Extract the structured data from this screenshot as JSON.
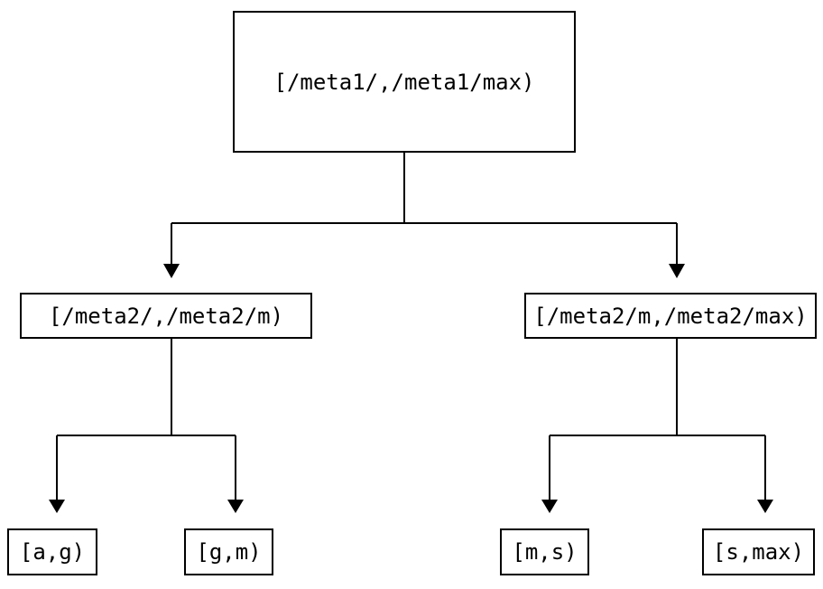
{
  "diagram": {
    "type": "binary-tree",
    "nodes": {
      "root": {
        "id": "root",
        "label": "[/meta1/,/meta1/max)"
      },
      "children": [
        {
          "id": "child-left",
          "label": "[/meta2/,/meta2/m)"
        },
        {
          "id": "child-right",
          "label": "[/meta2/m,/meta2/max)"
        }
      ],
      "leaves": [
        {
          "id": "leaf-0",
          "label": "[a,g)"
        },
        {
          "id": "leaf-1",
          "label": "[g,m)"
        },
        {
          "id": "leaf-2",
          "label": "[m,s)"
        },
        {
          "id": "leaf-3",
          "label": "[s,max)"
        }
      ]
    },
    "edges": [
      {
        "from": "root",
        "to": "child-left",
        "arrow": true
      },
      {
        "from": "root",
        "to": "child-right",
        "arrow": true
      },
      {
        "from": "child-left",
        "to": "leaf-0",
        "arrow": true
      },
      {
        "from": "child-left",
        "to": "leaf-1",
        "arrow": true
      },
      {
        "from": "child-right",
        "to": "leaf-2",
        "arrow": true
      },
      {
        "from": "child-right",
        "to": "leaf-3",
        "arrow": true
      }
    ]
  },
  "colors": {
    "background": "#ffffff",
    "line": "#000000",
    "node_border": "#000000",
    "node_fill": "#ffffff",
    "text": "#000000"
  }
}
